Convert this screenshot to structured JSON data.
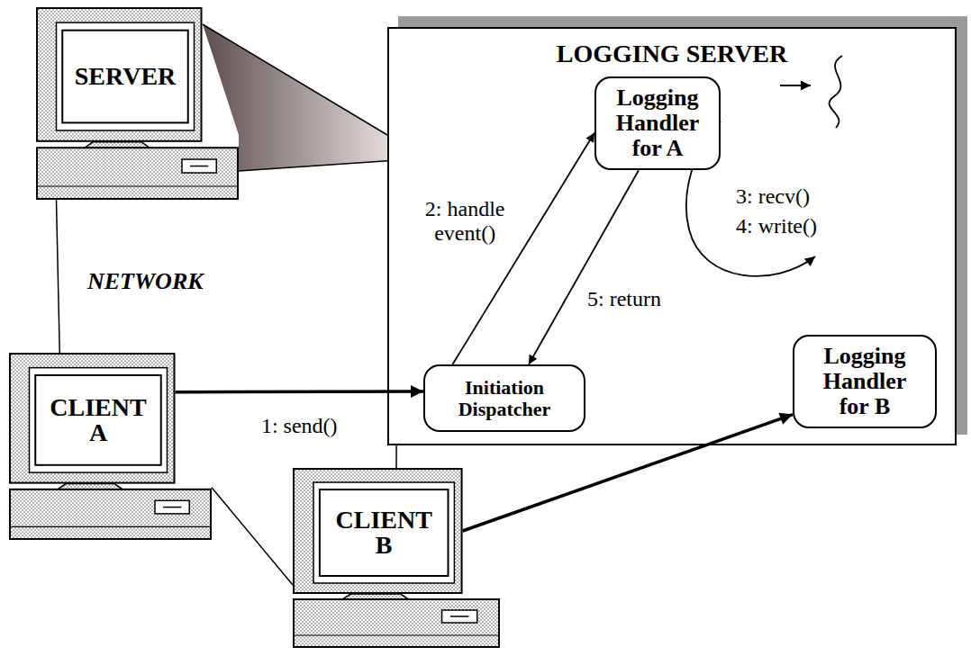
{
  "diagram": {
    "nodes": [
      {
        "text": [
          "SERVER"
        ]
      },
      {
        "text": [
          "LOGGING SERVER"
        ]
      },
      {
        "text": [
          "Logging Handler for A"
        ],
        "in": 1
      },
      {
        "text": [
          "Initiation Dispatcher"
        ],
        "in": 1
      },
      {
        "text": [
          "Logging Handler for B"
        ],
        "in": 1
      },
      {
        "text": [
          "CLIENT A"
        ]
      },
      {
        "text": [
          "CLIENT B"
        ]
      }
    ],
    "edges": [
      {
        "from": 0,
        "to": 1,
        "arrow": "none"
      },
      {
        "from": 0,
        "to": 5,
        "arrow": "none"
      },
      {
        "from": 5,
        "to": 6,
        "arrow": "none"
      },
      {
        "from": 6,
        "to": 1,
        "arrow": "none"
      },
      {
        "from": 5,
        "to": 3,
        "label": "1: send()",
        "arrow": "to"
      },
      {
        "from": 3,
        "to": 2,
        "label": "2: handle event()",
        "arrow": "to"
      },
      {
        "from": 2,
        "to": 3,
        "label": "5: return",
        "arrow": "to"
      },
      {
        "from": 6,
        "to": 4,
        "arrow": "to"
      }
    ],
    "labels": [
      "NETWORK",
      "3: recv()",
      "4: write()"
    ]
  }
}
